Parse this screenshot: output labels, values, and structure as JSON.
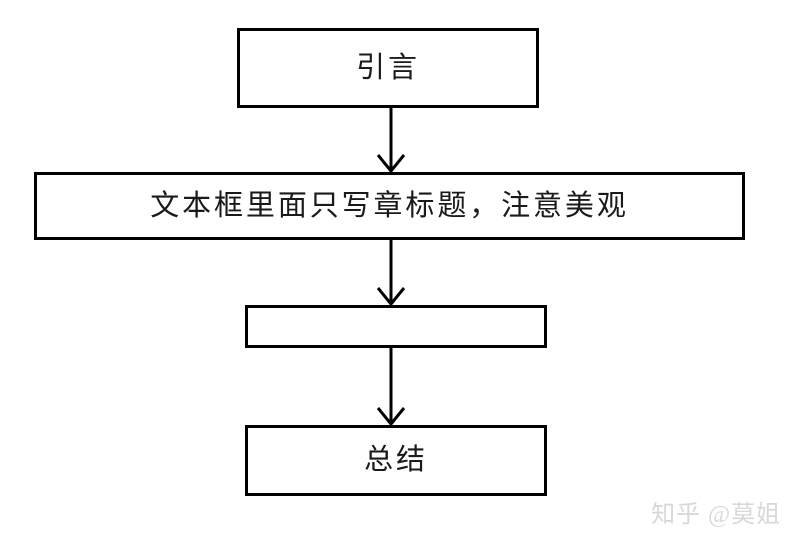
{
  "diagram": {
    "type": "flowchart",
    "orientation": "top-to-bottom",
    "background_color": "#ffffff",
    "border_color": "#000000",
    "text_color": "#1a1a1a",
    "nodes": [
      {
        "id": "intro",
        "label": "引言"
      },
      {
        "id": "chapter",
        "label": "文本框里面只写章标题，注意美观"
      },
      {
        "id": "blank",
        "label": ""
      },
      {
        "id": "summary",
        "label": "总结"
      }
    ],
    "connectors": [
      {
        "from": "intro",
        "to": "chapter",
        "style": "arrow-down"
      },
      {
        "from": "chapter",
        "to": "blank",
        "style": "arrow-down"
      },
      {
        "from": "blank",
        "to": "summary",
        "style": "arrow-down"
      }
    ]
  },
  "watermark": {
    "text": "知乎 @莫姐",
    "color": "#d8d8d8"
  }
}
